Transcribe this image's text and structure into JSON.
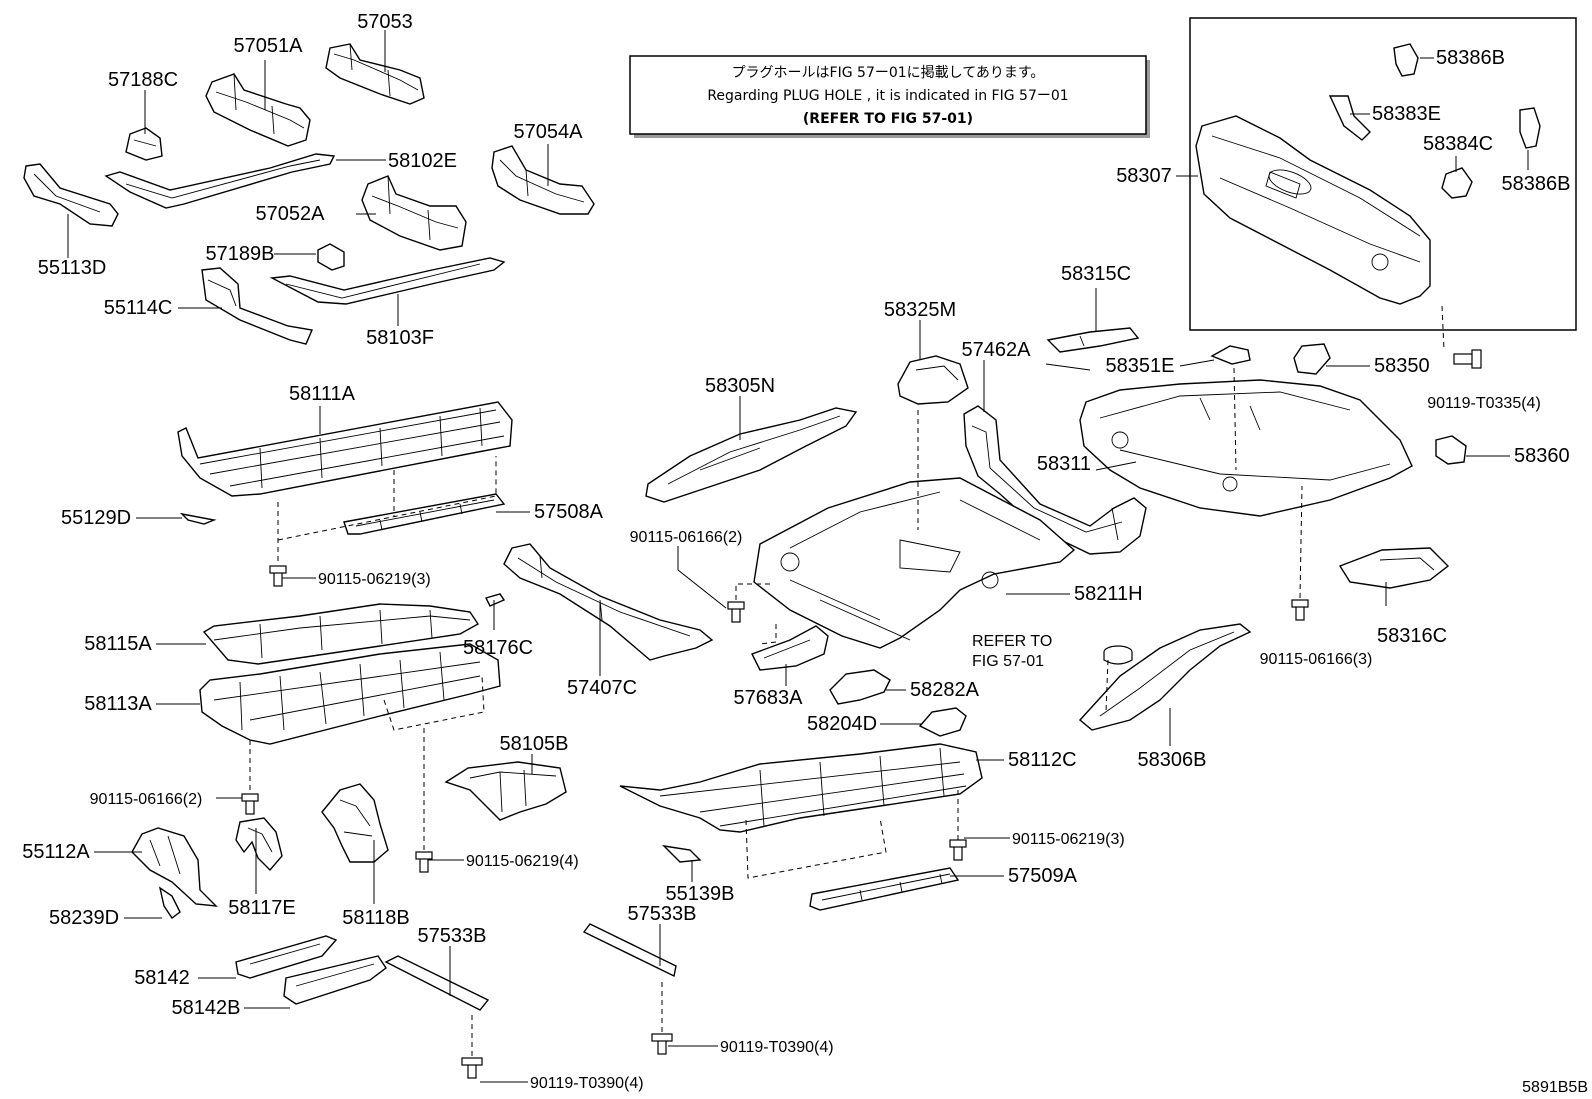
{
  "note": {
    "line1": "プラグホールはFIG 57ー01に掲載してあります。",
    "line2": "Regarding  PLUG  HOLE , it is indicated in FIG  57ー01",
    "line3": "(REFER TO FIG 57-01)"
  },
  "refer": {
    "line1": "REFER TO",
    "line2": "FIG 57-01"
  },
  "diagram_code": "5891B5B",
  "labels": [
    "57053",
    "57051A",
    "57188C",
    "58102E",
    "57054A",
    "55113D",
    "57052A",
    "57189B",
    "55114C",
    "58103F",
    "58111A",
    "55129D",
    "57508A",
    "90115-06219(3)",
    "58115A",
    "58176C",
    "58113A",
    "57407C",
    "58105B",
    "90115-06166(2)",
    "90115-06219(4)",
    "55112A",
    "58117E",
    "58118B",
    "58239D",
    "58142",
    "58142B",
    "57533B",
    "90119-T0390(4)",
    "58305N",
    "58325M",
    "57462A",
    "58315C",
    "58351E",
    "58350",
    "90119-T0335(4)",
    "58311",
    "58360",
    "90115-06166(2)",
    "58211H",
    "90115-06166(3)",
    "58316C",
    "57683A",
    "58282A",
    "58204D",
    "58112C",
    "58306B",
    "90115-06219(3)",
    "55139B",
    "57509A",
    "57533B",
    "90119-T0390(4)",
    "58386B",
    "58383E",
    "58384C",
    "58386B",
    "58307"
  ]
}
